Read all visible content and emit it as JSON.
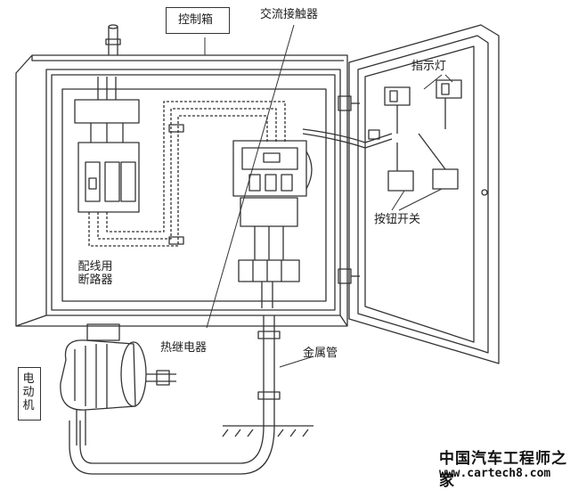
{
  "labels": {
    "control_box": "控制箱",
    "contactor": "交流接触器",
    "indicator": "指示灯",
    "button_switch": "按钮开关",
    "breaker": "配线用断路器",
    "thermal_relay": "热继电器",
    "metal_tube": "金属管",
    "motor": "电动机"
  },
  "watermark": {
    "line1": "中国汽车工程师之家",
    "line2": "www.cartech8.com"
  }
}
